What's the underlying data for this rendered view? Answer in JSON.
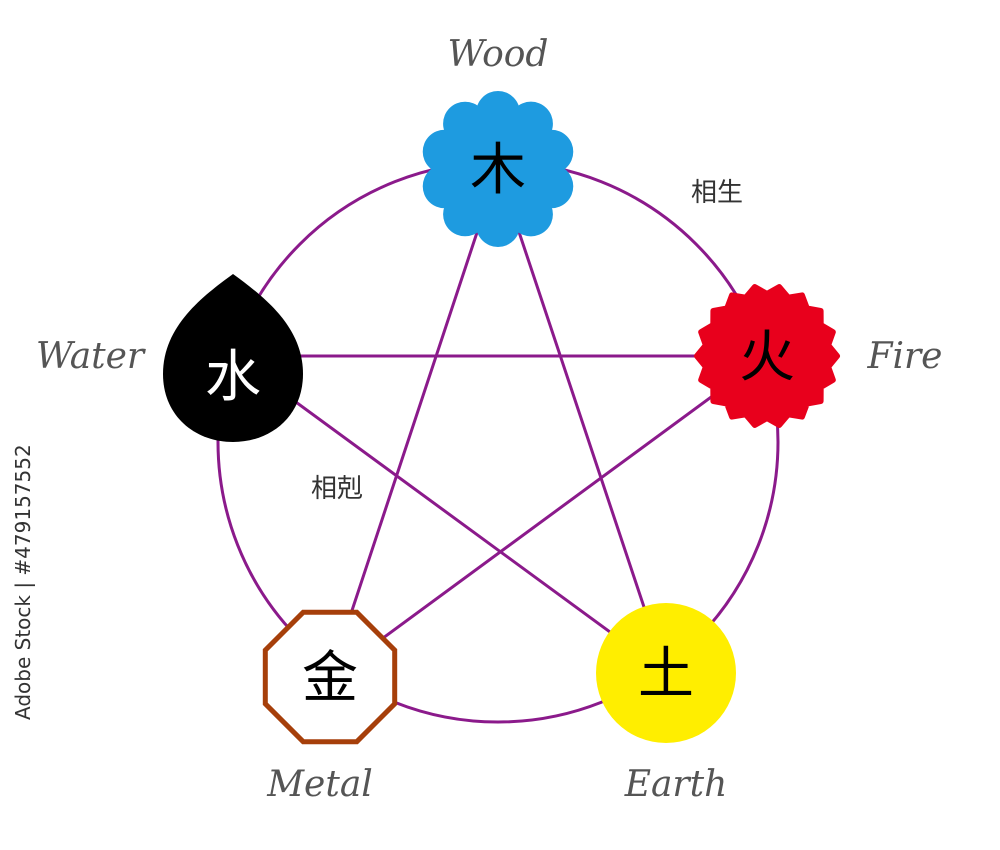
{
  "diagram": {
    "colors": {
      "circle": "#8b1a8b",
      "star": "#8b1a8b"
    },
    "relations": {
      "generating": "相生",
      "controlling": "相剋"
    },
    "elements": [
      {
        "key": "wood",
        "label": "Wood",
        "glyph": "木",
        "shape": "flower-icon",
        "fill": "#1e9be0",
        "stroke": "none",
        "glyph_color": "#000000"
      },
      {
        "key": "fire",
        "label": "Fire",
        "glyph": "火",
        "shape": "starburst-icon",
        "fill": "#e8001c",
        "stroke": "none",
        "glyph_color": "#000000"
      },
      {
        "key": "earth",
        "label": "Earth",
        "glyph": "土",
        "shape": "circle-icon",
        "fill": "#ffee00",
        "stroke": "none",
        "glyph_color": "#000000"
      },
      {
        "key": "metal",
        "label": "Metal",
        "glyph": "金",
        "shape": "octagon-icon",
        "fill": "#ffffff",
        "stroke": "#a63f0a",
        "glyph_color": "#000000"
      },
      {
        "key": "water",
        "label": "Water",
        "glyph": "水",
        "shape": "droplet-icon",
        "fill": "#000000",
        "stroke": "none",
        "glyph_color": "#ffffff"
      }
    ]
  },
  "watermark": {
    "stock_id": "Adobe Stock | #479157552"
  }
}
